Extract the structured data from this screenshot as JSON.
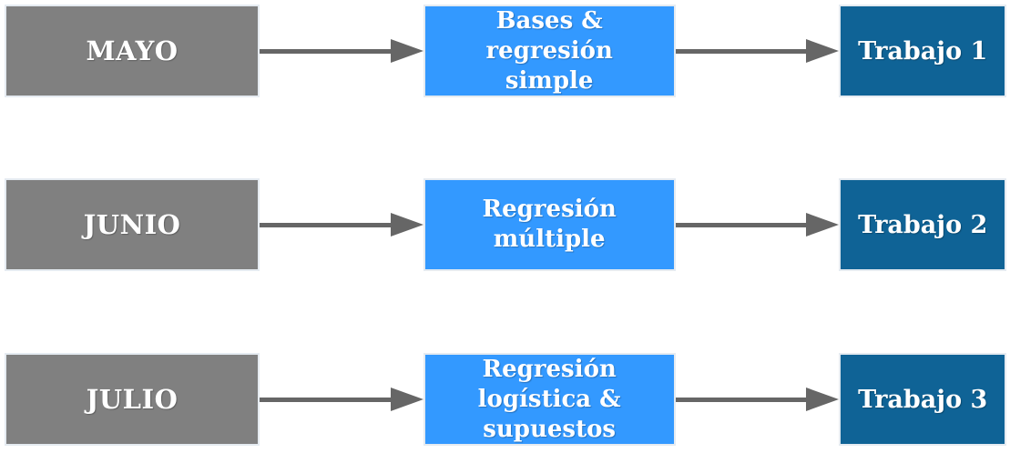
{
  "colors": {
    "month-bg": "#808080",
    "topic-bg": "#3399FF",
    "deliverable-bg": "#0F6396",
    "arrow": "#666666",
    "box-border": "#E5EBF1",
    "text": "#FFFFFF"
  },
  "rows": [
    {
      "month": "MAYO",
      "topic": "Bases &\nregresión\nsimple",
      "deliverable": "Trabajo 1"
    },
    {
      "month": "JUNIO",
      "topic": "Regresión\nmúltiple",
      "deliverable": "Trabajo 2"
    },
    {
      "month": "JULIO",
      "topic": "Regresión\nlogística &\nsupuestos",
      "deliverable": "Trabajo 3"
    }
  ]
}
